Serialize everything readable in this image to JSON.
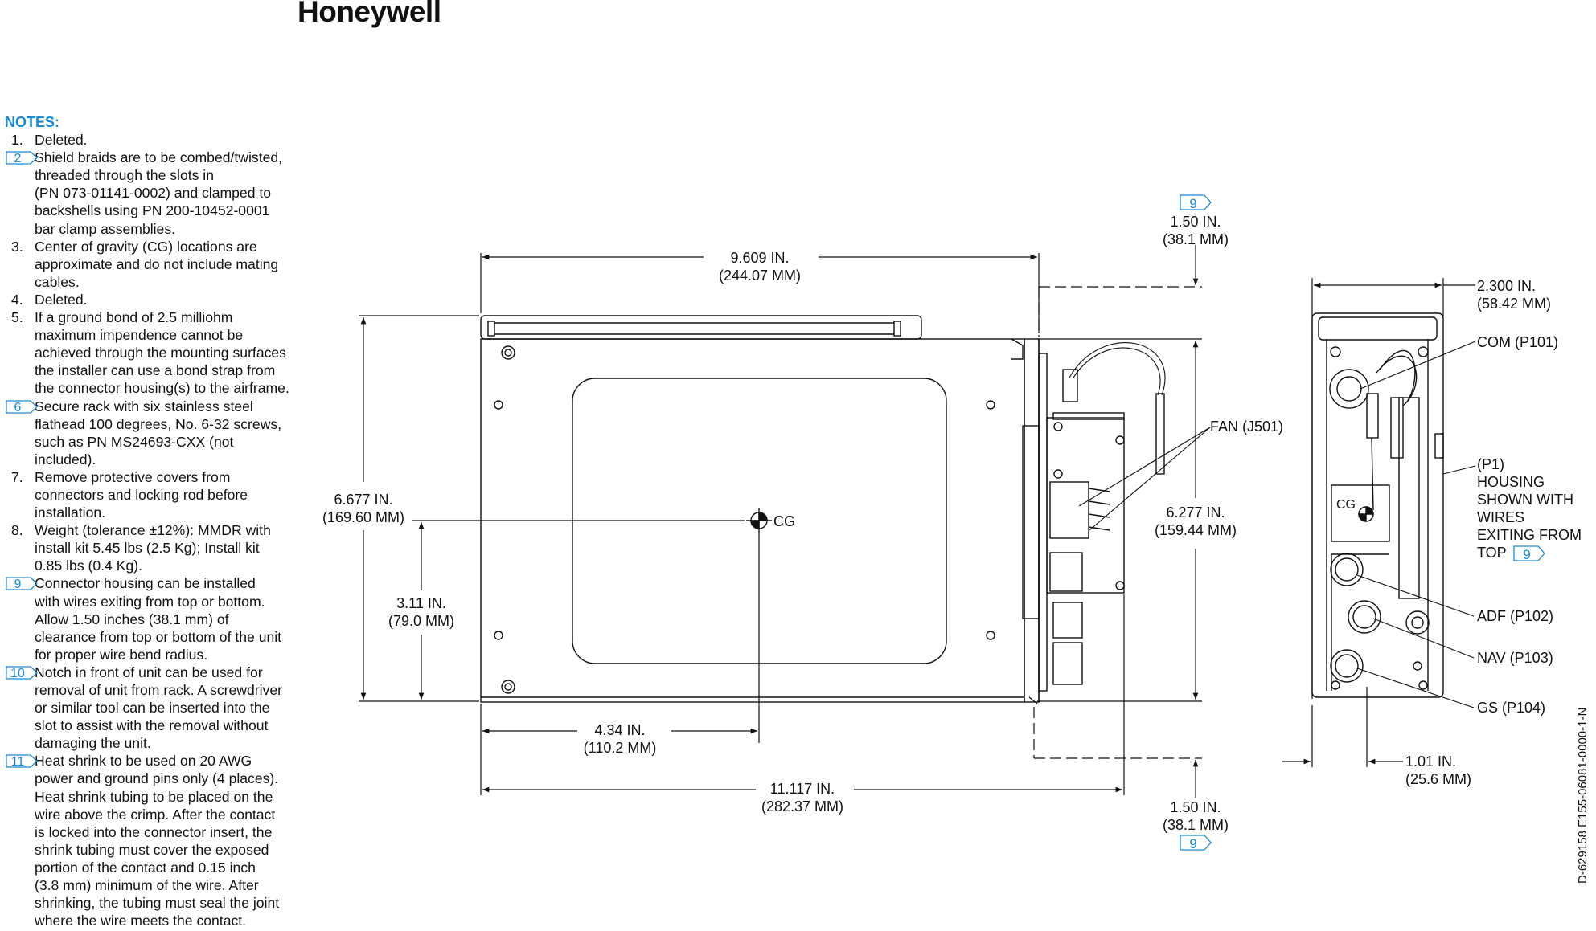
{
  "header": {
    "logo_text": "Honeywell"
  },
  "notes": {
    "title": "NOTES:",
    "items": [
      {
        "num": "1.",
        "flag": false,
        "lines": [
          "Deleted."
        ]
      },
      {
        "num": "2",
        "flag": true,
        "lines": [
          "Shield braids are to be combed/twisted,",
          "threaded through the slots in",
          "(PN 073-01141-0002) and clamped to",
          "backshells using PN 200-10452-0001",
          "bar clamp assemblies."
        ]
      },
      {
        "num": "3.",
        "flag": false,
        "lines": [
          "Center of gravity (CG) locations are",
          "approximate and do not include mating",
          "cables."
        ]
      },
      {
        "num": "4.",
        "flag": false,
        "lines": [
          "Deleted."
        ]
      },
      {
        "num": "5.",
        "flag": false,
        "lines": [
          "If a ground bond of 2.5 milliohm",
          "maximum impendence cannot be",
          "achieved through the mounting surfaces",
          "the installer can use a bond strap from",
          "the connector housing(s) to the airframe."
        ]
      },
      {
        "num": "6",
        "flag": true,
        "lines": [
          "Secure rack with six stainless steel",
          "flathead 100 degrees, No. 6-32 screws,",
          "such as PN MS24693-CXX (not",
          "included)."
        ]
      },
      {
        "num": "7.",
        "flag": false,
        "lines": [
          "Remove protective covers from",
          "connectors and locking rod before",
          "installation."
        ]
      },
      {
        "num": "8.",
        "flag": false,
        "lines": [
          "Weight (tolerance ±12%): MMDR with",
          "install kit 5.45 lbs (2.5 Kg); Install kit",
          "0.85 lbs (0.4 Kg)."
        ]
      },
      {
        "num": "9",
        "flag": true,
        "lines": [
          "Connector housing can be installed",
          "with wires exiting from top or bottom.",
          "Allow 1.50 inches (38.1 mm) of",
          "clearance from top or bottom of the unit",
          "for proper wire bend radius."
        ]
      },
      {
        "num": "10",
        "flag": true,
        "lines": [
          "Notch in front of unit can be used for",
          "removal of unit from rack. A screwdriver",
          "or similar tool can be inserted into the",
          "slot to assist with the removal without",
          "damaging the unit."
        ]
      },
      {
        "num": "11",
        "flag": true,
        "lines": [
          "Heat shrink to be used on 20 AWG",
          "power and ground pins only (4 places).",
          "Heat shrink tubing to be placed on the",
          "wire above the crimp. After the contact",
          "is locked into the connector insert, the",
          "shrink tubing must cover the exposed",
          "portion of the contact and 0.15 inch",
          "(3.8 mm) minimum of the wire. After",
          "shrinking, the tubing must seal the joint",
          "where the wire meets the contact."
        ]
      }
    ]
  },
  "dimensions": {
    "length_top": [
      "9.609 IN.",
      "(244.07 MM)"
    ],
    "clear_top": [
      "1.50 IN.",
      "(38.1 MM)"
    ],
    "clear_top_flag": "9",
    "height_total": [
      "6.677 IN.",
      "(169.60 MM)"
    ],
    "cg_height": [
      "3.11 IN.",
      "(79.0 MM)"
    ],
    "conn_height": [
      "6.277 IN.",
      "(159.44 MM)"
    ],
    "cg_length": [
      "4.34 IN.",
      "(110.2 MM)"
    ],
    "length_total": [
      "11.117 IN.",
      "(282.37 MM)"
    ],
    "clear_bottom": [
      "1.50 IN.",
      "(38.1 MM)"
    ],
    "clear_bottom_flag": "9",
    "width": [
      "2.300 IN.",
      "(58.42 MM)"
    ],
    "cg_width": [
      "1.01 IN.",
      "(25.6 MM)"
    ]
  },
  "labels": {
    "cg": "CG",
    "cg_end": "CG",
    "fan": "FAN (J501)",
    "com": "COM (P101)",
    "p1_housing": [
      "(P1)",
      "HOUSING",
      "SHOWN WITH",
      "WIRES",
      "EXITING FROM",
      "TOP"
    ],
    "p1_flag": "9",
    "adf": "ADF (P102)",
    "nav": "NAV (P103)",
    "gs": "GS (P104)"
  },
  "drawing_id": "D-629158   E155-06081-0000-1-N"
}
